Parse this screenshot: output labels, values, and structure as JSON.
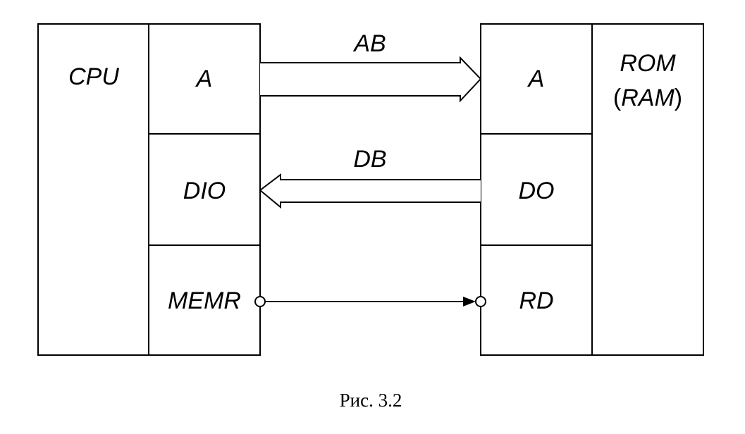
{
  "cpu": {
    "title": "CPU",
    "ports": {
      "address": "A",
      "data": "DIO",
      "memory_read": "MEMR"
    }
  },
  "memory": {
    "title_line1": "ROM",
    "title_line2_open": "(",
    "title_line2_text": "RAM",
    "title_line2_close": ")",
    "ports": {
      "address": "A",
      "data": "DO",
      "read": "RD"
    }
  },
  "buses": {
    "address_bus": "AB",
    "data_bus": "DB"
  },
  "caption": "Рис. 3.2"
}
